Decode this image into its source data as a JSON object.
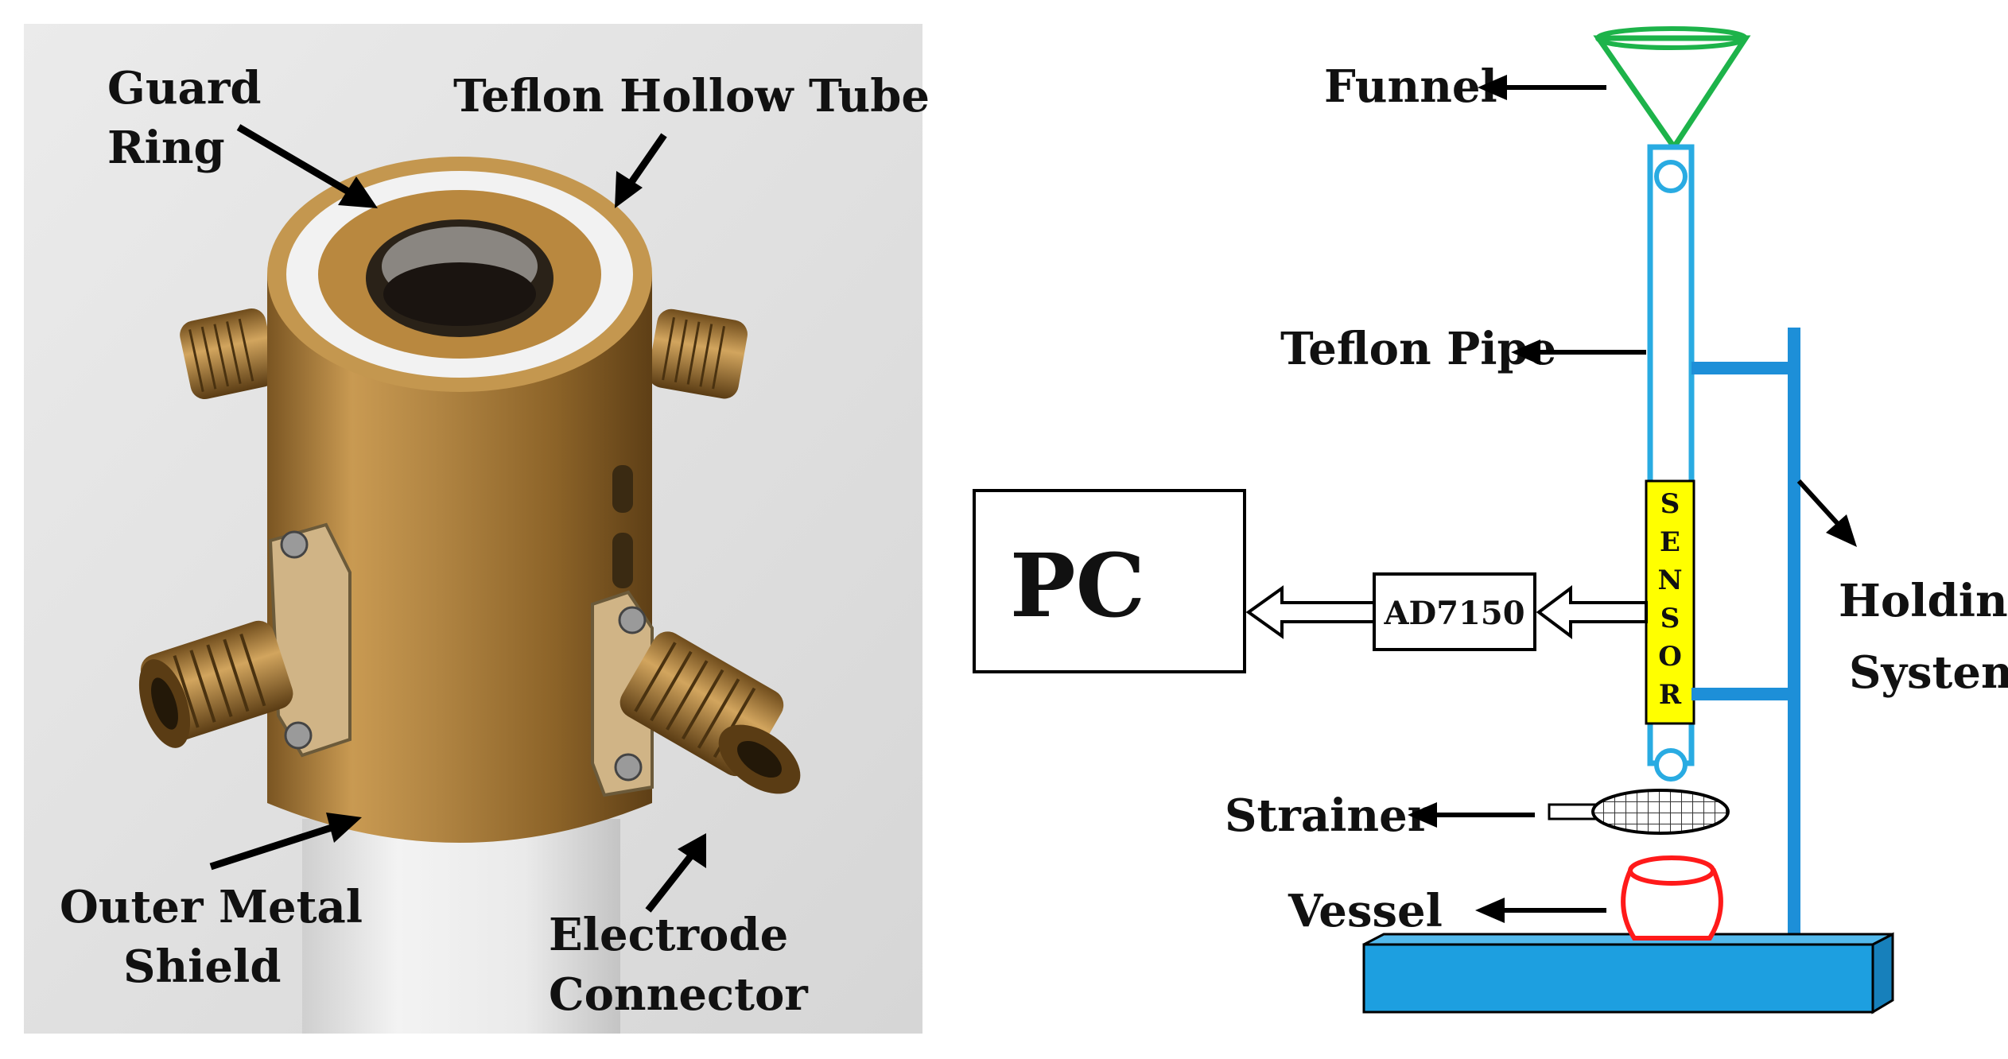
{
  "photo_labels": {
    "guard_ring_line1": "Guard",
    "guard_ring_line2": "Ring",
    "teflon_hollow_tube": "Teflon Hollow Tube",
    "outer_metal_shield_line1": "Outer Metal",
    "outer_metal_shield_line2": "Shield",
    "electrode_connector_line1": "Electrode",
    "electrode_connector_line2": "Connector"
  },
  "schematic_labels": {
    "funnel": "Funnel",
    "teflon_pipe": "Teflon Pipe",
    "pc": "PC",
    "ad7150": "AD7150",
    "sensor_letters": [
      "S",
      "E",
      "N",
      "S",
      "O",
      "R"
    ],
    "holding_system_line1": "Holding",
    "holding_system_line2": "System",
    "strainer": "Strainer",
    "vessel": "Vessel"
  },
  "colors": {
    "funnel": "#1db34a",
    "pipe": "#29abe2",
    "holding_system": "#1d8fd8",
    "base": "#1d9fe0",
    "sensor": "#ffff00",
    "vessel": "#ff1a1a",
    "brass": "#a67c3a",
    "photo_background": "#e3e3e3"
  }
}
